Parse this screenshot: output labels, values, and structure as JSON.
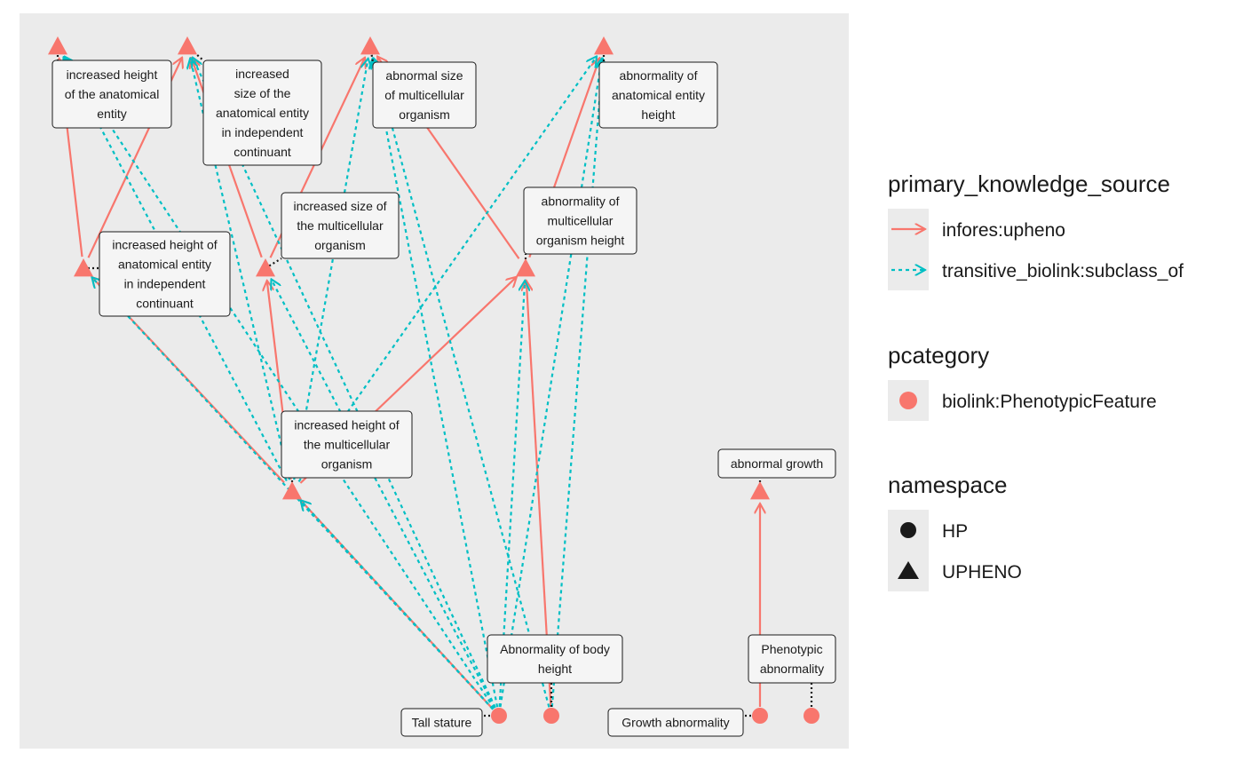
{
  "colors": {
    "panel_bg": "#ebebeb",
    "upheno_edge": "#f8766d",
    "subclass_edge": "#00bfc4",
    "node": "#f8766d",
    "legend_key_bg": "#ebebeb",
    "text": "#1a1a1a"
  },
  "nodes": [
    {
      "id": "n_height_anat",
      "label": [
        "increased height",
        "of the anatomical",
        "entity"
      ],
      "namespace": "UPHENO"
    },
    {
      "id": "n_size_anat_ic",
      "label": [
        "increased",
        "size of the",
        "anatomical entity",
        "in independent",
        "continuant"
      ],
      "namespace": "UPHENO"
    },
    {
      "id": "n_abn_size_mc",
      "label": [
        "abnormal size",
        "of multicellular",
        "organism"
      ],
      "namespace": "UPHENO"
    },
    {
      "id": "n_abn_anat_height",
      "label": [
        "abnormality of",
        "anatomical entity",
        "height"
      ],
      "namespace": "UPHENO"
    },
    {
      "id": "n_height_anat_ic",
      "label": [
        "increased height of",
        "anatomical entity",
        "in independent",
        "continuant"
      ],
      "namespace": "UPHENO"
    },
    {
      "id": "n_size_mc",
      "label": [
        "increased size of",
        "the multicellular",
        "organism"
      ],
      "namespace": "UPHENO"
    },
    {
      "id": "n_abn_mc_height",
      "label": [
        "abnormality of",
        "multicellular",
        "organism height"
      ],
      "namespace": "UPHENO"
    },
    {
      "id": "n_height_mc",
      "label": [
        "increased height of",
        "the multicellular",
        "organism"
      ],
      "namespace": "UPHENO"
    },
    {
      "id": "n_abn_growth",
      "label": [
        "abnormal growth"
      ],
      "namespace": "UPHENO"
    },
    {
      "id": "n_tall",
      "label": [
        "Tall stature"
      ],
      "namespace": "HP"
    },
    {
      "id": "n_abn_body_height",
      "label": [
        "Abnormality of body",
        "height"
      ],
      "namespace": "HP"
    },
    {
      "id": "n_growth_abn",
      "label": [
        "Growth abnormality"
      ],
      "namespace": "HP"
    },
    {
      "id": "n_pheno_abn",
      "label": [
        "Phenotypic",
        "abnormality"
      ],
      "namespace": "HP"
    }
  ],
  "edges": [
    {
      "from": "n_height_anat_ic",
      "to": "n_height_anat",
      "source": "infores:upheno"
    },
    {
      "from": "n_height_anat_ic",
      "to": "n_size_anat_ic",
      "source": "infores:upheno"
    },
    {
      "from": "n_size_mc",
      "to": "n_size_anat_ic",
      "source": "infores:upheno"
    },
    {
      "from": "n_size_mc",
      "to": "n_abn_size_mc",
      "source": "infores:upheno"
    },
    {
      "from": "n_abn_mc_height",
      "to": "n_abn_size_mc",
      "source": "infores:upheno"
    },
    {
      "from": "n_abn_mc_height",
      "to": "n_abn_anat_height",
      "source": "infores:upheno"
    },
    {
      "from": "n_height_mc",
      "to": "n_height_anat_ic",
      "source": "infores:upheno"
    },
    {
      "from": "n_height_mc",
      "to": "n_size_mc",
      "source": "infores:upheno"
    },
    {
      "from": "n_height_mc",
      "to": "n_abn_mc_height",
      "source": "infores:upheno"
    },
    {
      "from": "n_tall",
      "to": "n_height_mc",
      "source": "infores:upheno"
    },
    {
      "from": "n_abn_body_height",
      "to": "n_abn_mc_height",
      "source": "infores:upheno"
    },
    {
      "from": "n_growth_abn",
      "to": "n_abn_growth",
      "source": "infores:upheno"
    },
    {
      "from": "n_height_mc",
      "to": "n_height_anat",
      "source": "transitive_biolink:subclass_of"
    },
    {
      "from": "n_height_mc",
      "to": "n_size_anat_ic",
      "source": "transitive_biolink:subclass_of"
    },
    {
      "from": "n_height_mc",
      "to": "n_abn_size_mc",
      "source": "transitive_biolink:subclass_of"
    },
    {
      "from": "n_height_mc",
      "to": "n_abn_anat_height",
      "source": "transitive_biolink:subclass_of"
    },
    {
      "from": "n_tall",
      "to": "n_height_anat",
      "source": "transitive_biolink:subclass_of"
    },
    {
      "from": "n_tall",
      "to": "n_size_anat_ic",
      "source": "transitive_biolink:subclass_of"
    },
    {
      "from": "n_tall",
      "to": "n_abn_size_mc",
      "source": "transitive_biolink:subclass_of"
    },
    {
      "from": "n_tall",
      "to": "n_abn_anat_height",
      "source": "transitive_biolink:subclass_of"
    },
    {
      "from": "n_tall",
      "to": "n_height_anat_ic",
      "source": "transitive_biolink:subclass_of"
    },
    {
      "from": "n_tall",
      "to": "n_size_mc",
      "source": "transitive_biolink:subclass_of"
    },
    {
      "from": "n_tall",
      "to": "n_abn_mc_height",
      "source": "transitive_biolink:subclass_of"
    },
    {
      "from": "n_tall",
      "to": "n_height_mc",
      "source": "transitive_biolink:subclass_of"
    },
    {
      "from": "n_abn_body_height",
      "to": "n_abn_size_mc",
      "source": "transitive_biolink:subclass_of"
    },
    {
      "from": "n_abn_body_height",
      "to": "n_abn_anat_height",
      "source": "transitive_biolink:subclass_of"
    }
  ],
  "legend": {
    "edge_title": "primary_knowledge_source",
    "edge_items": [
      {
        "label": "infores:upheno",
        "style": "solid-arrow"
      },
      {
        "label": "transitive_biolink:subclass_of",
        "style": "dashed-arrow"
      }
    ],
    "category_title": "pcategory",
    "category_items": [
      {
        "label": "biolink:PhenotypicFeature",
        "shape": "circle"
      }
    ],
    "namespace_title": "namespace",
    "namespace_items": [
      {
        "label": "HP",
        "shape": "circle"
      },
      {
        "label": "UPHENO",
        "shape": "triangle"
      }
    ]
  }
}
